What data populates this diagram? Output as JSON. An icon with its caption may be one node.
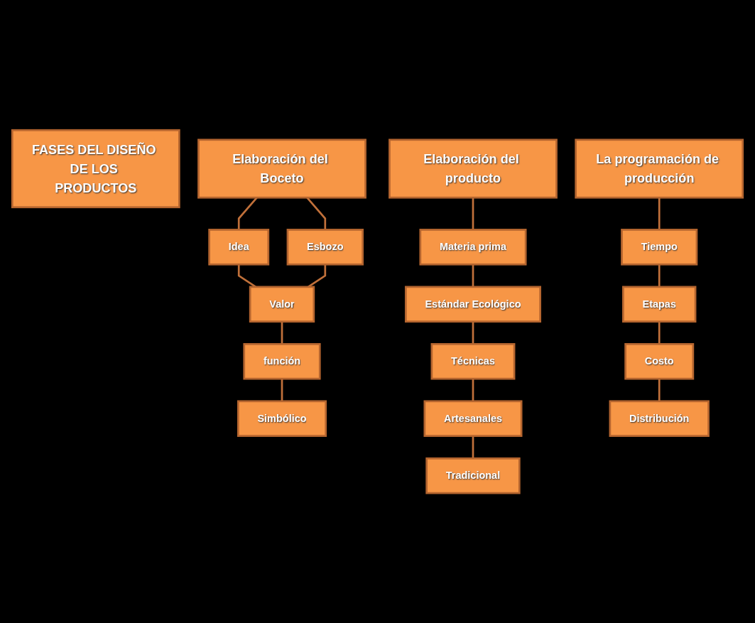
{
  "diagram": {
    "nodes": [
      {
        "text": [
          "FASES DEL DISEÑO DE LOS PRODUCTOS"
        ]
      },
      {
        "text": [
          "Elaboración del Boceto"
        ]
      },
      {
        "text": [
          "Idea"
        ]
      },
      {
        "text": [
          "Esbozo"
        ]
      },
      {
        "text": [
          "Valor"
        ]
      },
      {
        "text": [
          "función"
        ]
      },
      {
        "text": [
          "Simbólico"
        ]
      },
      {
        "text": [
          "Elaboración del producto"
        ]
      },
      {
        "text": [
          "Materia prima"
        ]
      },
      {
        "text": [
          "Estándar Ecológico"
        ]
      },
      {
        "text": [
          "Técnicas"
        ]
      },
      {
        "text": [
          "Artesanales"
        ]
      },
      {
        "text": [
          "Tradicional"
        ]
      },
      {
        "text": [
          "La programación de producción"
        ]
      },
      {
        "text": [
          "Tiempo"
        ]
      },
      {
        "text": [
          "Etapas"
        ]
      },
      {
        "text": [
          "Costo"
        ]
      },
      {
        "text": [
          "Distribución"
        ]
      }
    ],
    "edges": [
      {
        "from": 1,
        "to": 2,
        "arrow": "none"
      },
      {
        "from": 1,
        "to": 3,
        "arrow": "none"
      },
      {
        "from": 2,
        "to": 4,
        "arrow": "none"
      },
      {
        "from": 3,
        "to": 4,
        "arrow": "none"
      },
      {
        "from": 4,
        "to": 5,
        "arrow": "none"
      },
      {
        "from": 5,
        "to": 6,
        "arrow": "none"
      },
      {
        "from": 7,
        "to": 8,
        "arrow": "none"
      },
      {
        "from": 8,
        "to": 9,
        "arrow": "none"
      },
      {
        "from": 9,
        "to": 10,
        "arrow": "none"
      },
      {
        "from": 10,
        "to": 11,
        "arrow": "none"
      },
      {
        "from": 11,
        "to": 12,
        "arrow": "none"
      },
      {
        "from": 13,
        "to": 14,
        "arrow": "none"
      },
      {
        "from": 14,
        "to": 15,
        "arrow": "none"
      },
      {
        "from": 15,
        "to": 16,
        "arrow": "none"
      },
      {
        "from": 16,
        "to": 17,
        "arrow": "none"
      }
    ]
  }
}
